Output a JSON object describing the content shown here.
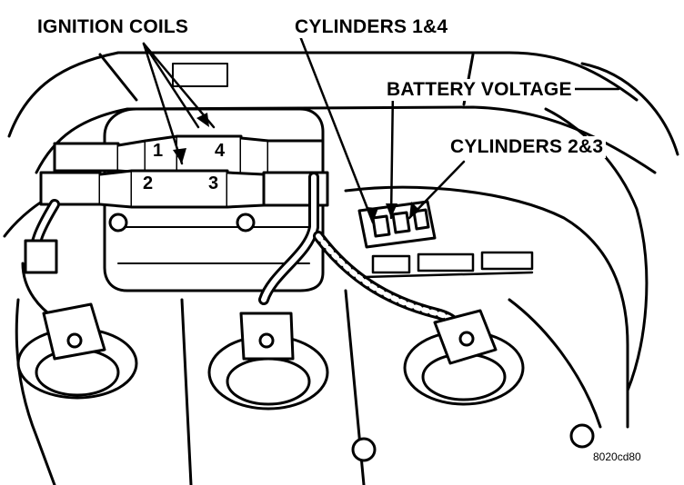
{
  "labels": {
    "ignition_coils": "IGNITION COILS",
    "cylinders_1_4": "CYLINDERS 1&4",
    "battery_voltage": "BATTERY VOLTAGE",
    "cylinders_2_3": "CYLINDERS 2&3"
  },
  "coil_terminals": {
    "t1": "1",
    "t2": "2",
    "t3": "3",
    "t4": "4"
  },
  "figure_code": "8020cd80",
  "colors": {
    "ink": "#000000",
    "paper": "#ffffff"
  }
}
